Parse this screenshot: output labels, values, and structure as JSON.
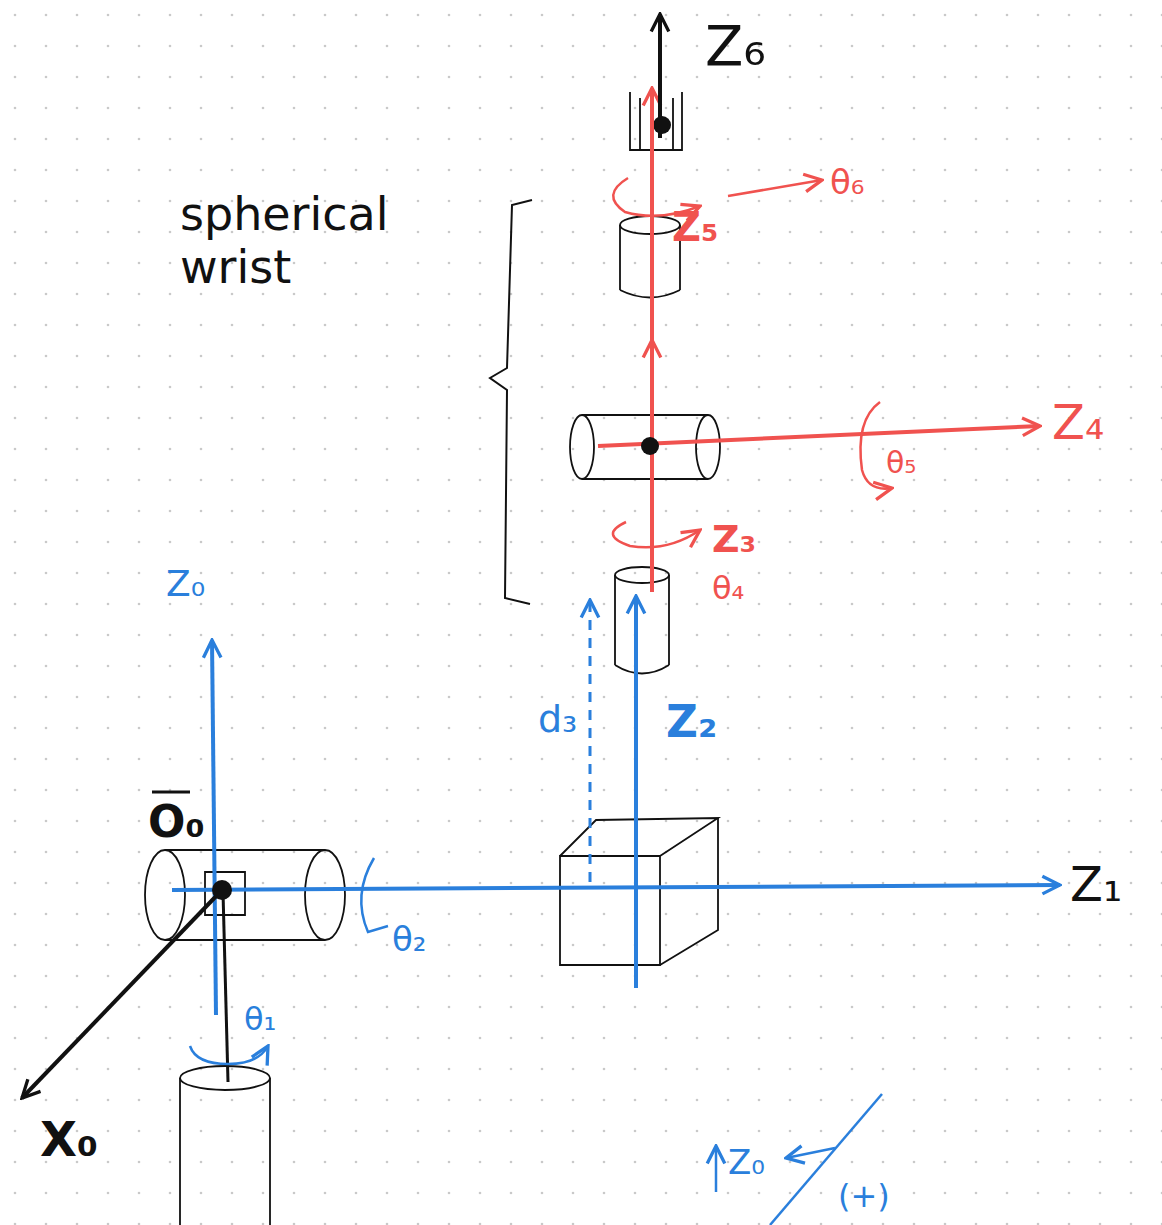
{
  "diagram": {
    "labels": [
      "Z₆",
      "spherical wrist",
      "Z₅",
      "θ₆",
      "Z₄",
      "θ₅",
      "Z₃",
      "θ₄",
      "Z₀",
      "d₃",
      "Z₂",
      "O₀",
      "Z₁",
      "θ₂",
      "θ₁",
      "X₀",
      "Z₀",
      "(+)"
    ]
  }
}
